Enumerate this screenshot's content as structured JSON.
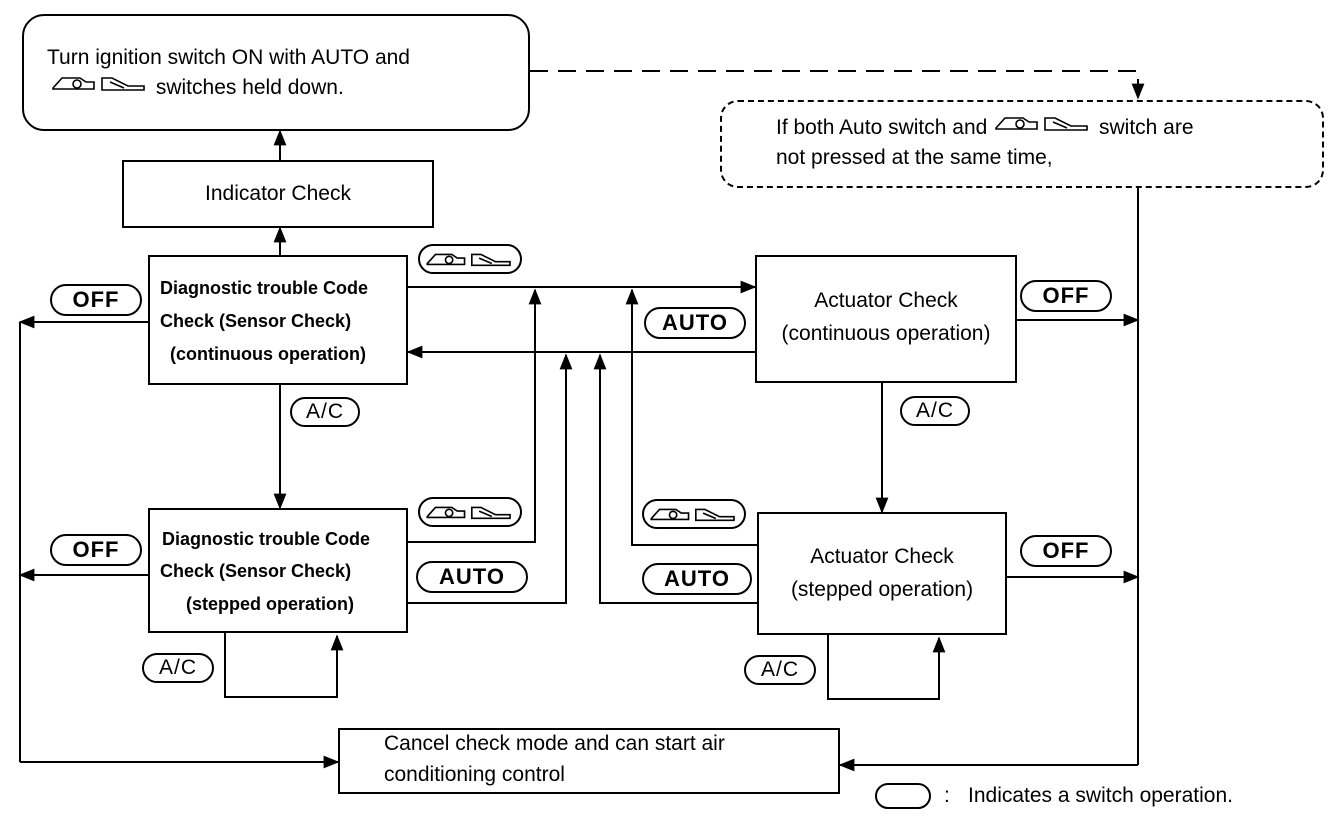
{
  "start": {
    "line1": "Turn ignition switch ON with AUTO and",
    "line2": "switches held down.",
    "fan_icon": "fan-switch-icon"
  },
  "note": {
    "line1_pre": "If both Auto switch and",
    "line1_post": "switch are",
    "line2": "not pressed at the same time,",
    "fan_icon": "fan-switch-icon"
  },
  "indicator_check": "Indicator Check",
  "dtc_continuous": {
    "line1": "Diagnostic trouble Code",
    "line2": "Check (Sensor Check)",
    "line3": "(continuous operation)"
  },
  "dtc_stepped": {
    "line1": "Diagnostic trouble Code",
    "line2": "Check (Sensor Check)",
    "line3": "(stepped operation)"
  },
  "actuator_continuous": {
    "line1": "Actuator Check",
    "line2": "(continuous operation)"
  },
  "actuator_stepped": {
    "line1": "Actuator Check",
    "line2": "(stepped operation)"
  },
  "cancel": {
    "line1": "Cancel check mode and can start air",
    "line2": "conditioning control"
  },
  "switches": {
    "off": "OFF",
    "auto": "AUTO",
    "ac": "A/C"
  },
  "legend": {
    "colon": ":",
    "text": "Indicates a switch operation."
  }
}
